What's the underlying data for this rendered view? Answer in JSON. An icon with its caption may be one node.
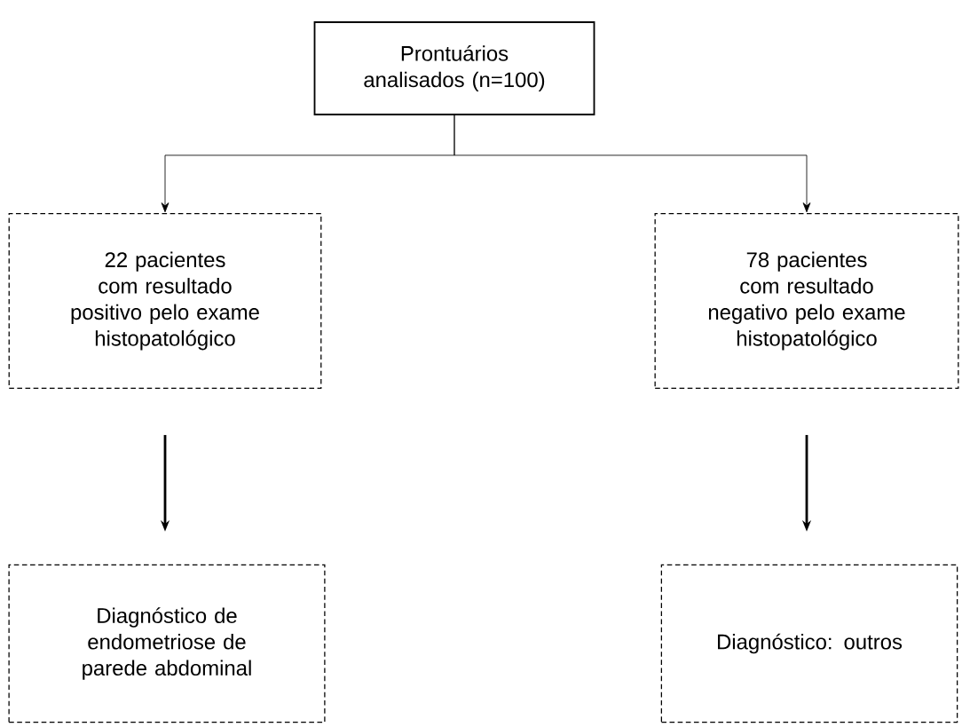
{
  "diagram": {
    "nodes": [
      {
        "text": [
          "Prontuários analisados (n=100)"
        ]
      },
      {
        "text": [
          "22 pacientes com resultado positivo pelo exame histopatológico"
        ]
      },
      {
        "text": [
          "78 pacientes com resultado negativo pelo exame histopatológico"
        ]
      },
      {
        "text": [
          "Diagnóstico de endometriose de parede abdominal"
        ]
      },
      {
        "text": [
          "Diagnóstico: outros"
        ]
      }
    ],
    "edges": [
      {
        "from": 0,
        "to": 1,
        "arrow": "to"
      },
      {
        "from": 0,
        "to": 2,
        "arrow": "to"
      },
      {
        "from": 1,
        "to": 3,
        "arrow": "to",
        "style": "thick"
      },
      {
        "from": 2,
        "to": 4,
        "arrow": "to",
        "style": "thick"
      }
    ]
  }
}
